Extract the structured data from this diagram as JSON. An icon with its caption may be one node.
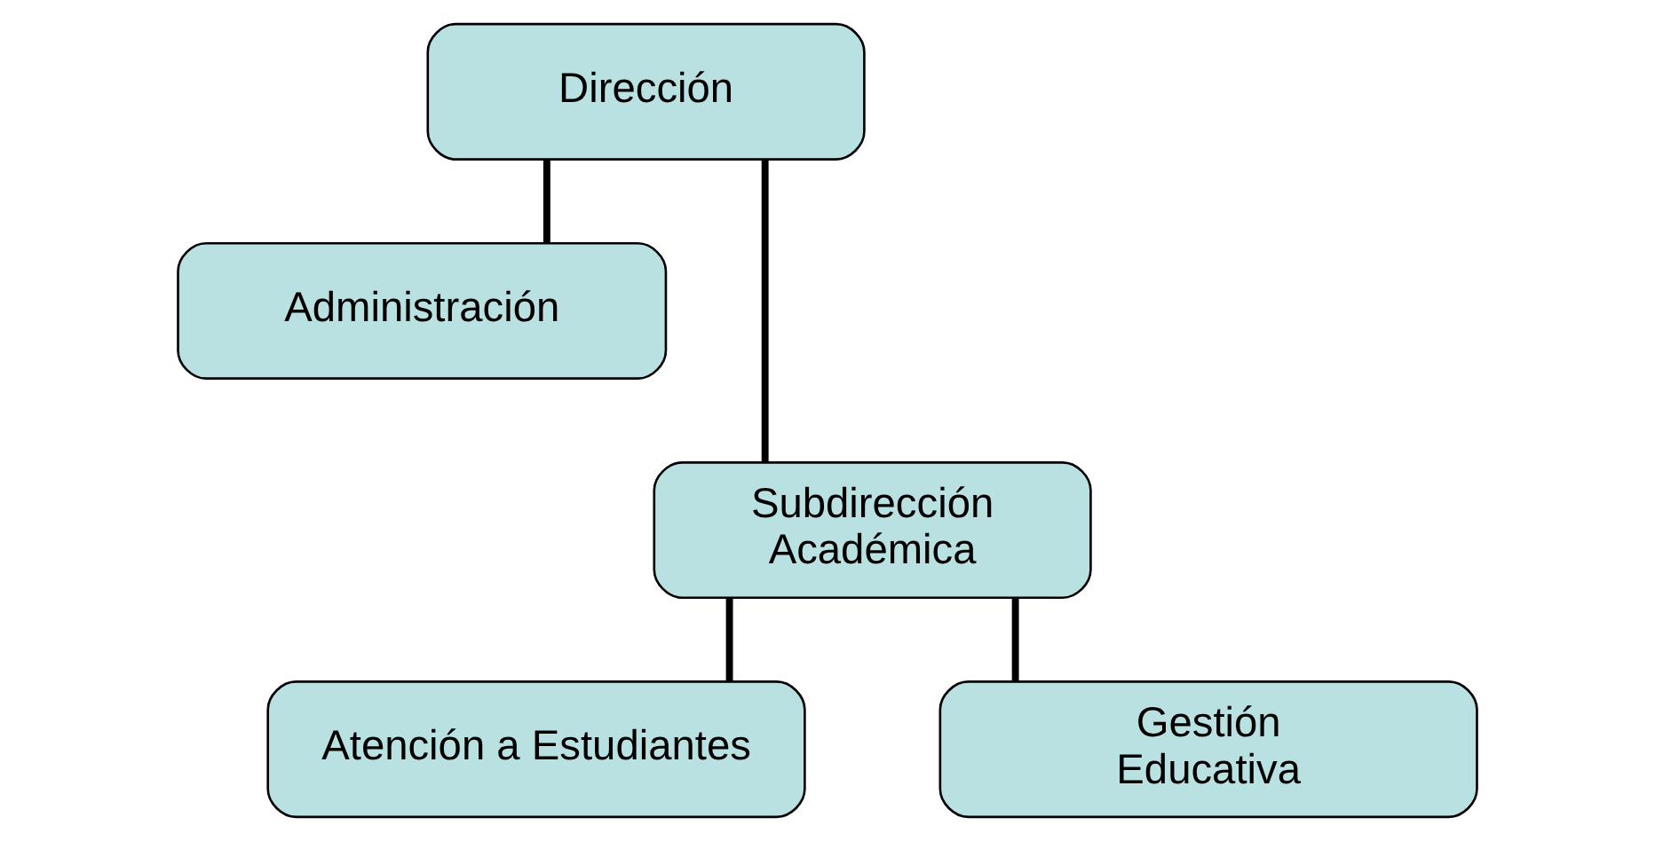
{
  "diagram": {
    "nodes": [
      {
        "text": [
          "Dirección"
        ]
      },
      {
        "text": [
          "Administración"
        ]
      },
      {
        "text": [
          "Subdirección Académica"
        ]
      },
      {
        "text": [
          "Atención a Estudiantes"
        ]
      },
      {
        "text": [
          "Gestión Educativa"
        ]
      }
    ],
    "edges": [
      {
        "from": 0,
        "to": 1,
        "arrow": "none"
      },
      {
        "from": 0,
        "to": 2,
        "arrow": "none"
      },
      {
        "from": 2,
        "to": 3,
        "arrow": "none"
      },
      {
        "from": 2,
        "to": 4,
        "arrow": "none"
      }
    ]
  }
}
